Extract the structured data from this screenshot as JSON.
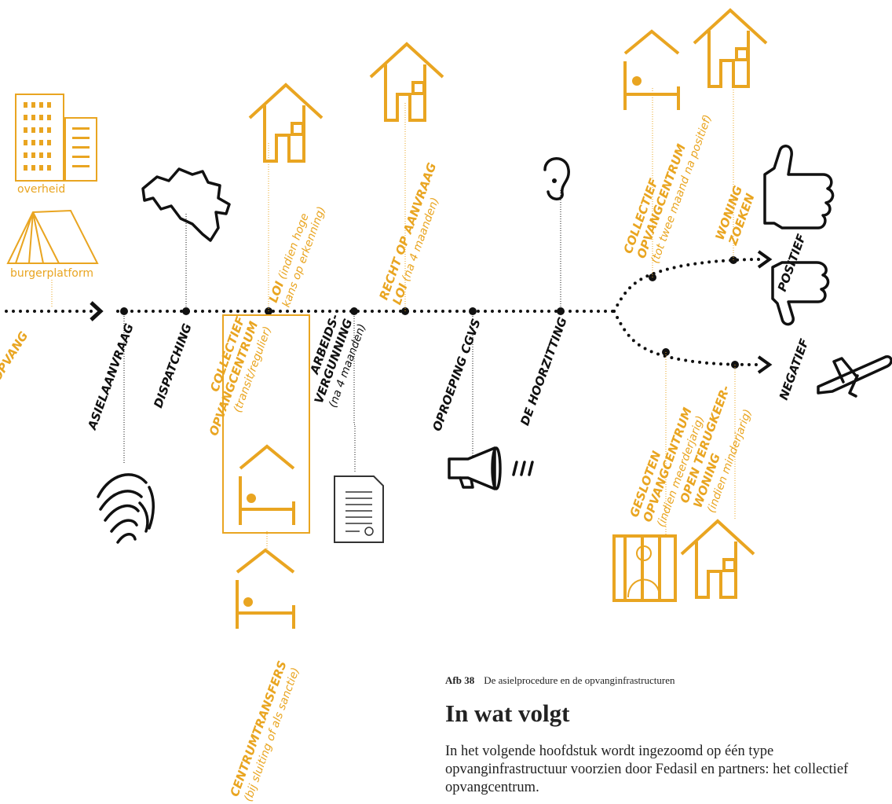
{
  "colors": {
    "accent": "#e9a521",
    "ink": "#111111",
    "text": "#222222"
  },
  "left_labels": {
    "overheid": "overheid",
    "burgerplatform": "burgerplatform"
  },
  "timeline": {
    "preopvang": "PREOPVANG",
    "asielaanvraag": "ASIELAANVRAAG",
    "dispatching": "DISPATCHING",
    "collectief_line1": "COLLECTIEF",
    "collectief_line2": "OPVANGCENTRUM",
    "collectief_sub": "(transit/regulier)",
    "arbeids_line1": "ARBEIDS-",
    "arbeids_line2": "VERGUNNING",
    "arbeids_sub": "(na 4 maanden)",
    "oproeping": "OPROEPING CGVS",
    "hoorzitting": "DE HOORZITTING",
    "loi_title": "LOI",
    "loi_sub1": " (indien hoge",
    "loi_sub2": "kans op erkenning)",
    "recht_line1": "RECHT OP AANVRAAG",
    "recht_loi": "LOI",
    "recht_sub": " (na 4 maanden)",
    "centrum_title": "CENTRUMTRANSFERS",
    "centrum_sub": "(bij sluiting of als sanctie)",
    "pos_coll1": "COLLECTIEF",
    "pos_coll2": "OPVANGCENTRUM",
    "pos_coll_sub": "(tot twee maand na positief)",
    "woning1": "WONING",
    "woning2": "ZOEKEN",
    "positief": "POSITIEF",
    "negatief": "NEGATIEF",
    "gesloten1": "GESLOTEN",
    "gesloten2": "OPVANGCENTRUM",
    "gesloten_sub": "(indien meerderjarig)",
    "terug1": "OPEN TERUGKEER-",
    "terug2": "WONING",
    "terug_sub": "(indien minderjarig)"
  },
  "icons": [
    "office-building-icon",
    "tent-icon",
    "belgium-map-icon",
    "house-icon",
    "bed-house-icon",
    "ear-icon",
    "thumbs-up-icon",
    "thumbs-down-icon",
    "airplane-icon",
    "fingerprint-icon",
    "document-icon",
    "megaphone-icon",
    "prison-icon"
  ],
  "caption": {
    "number": "Afb 38",
    "text": "De asielprocedure en de opvanginfrastructuren"
  },
  "section": {
    "title": "In wat volgt",
    "body": "In het volgende hoofdstuk wordt ingezoomd op één type opvanginfrastructuur voorzien door Fedasil en partners: het collectief opvangcentrum."
  }
}
